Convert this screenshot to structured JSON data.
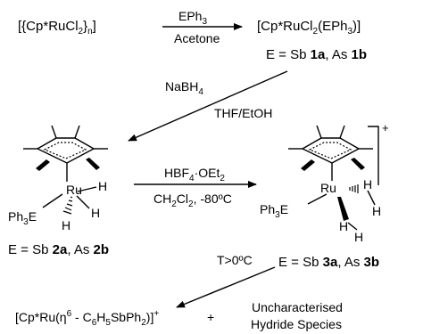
{
  "step1": {
    "reactant_open": "[{Cp*RuCl",
    "reactant_sub": "2",
    "reactant_close": "}",
    "reactant_n": "n",
    "reactant_end": "]",
    "reagent_main": "EPh",
    "reagent_sub": "3",
    "solvent": "Acetone",
    "product_main": "[Cp*RuCl",
    "product_sub": "2",
    "product_mid": "(EPh",
    "product_sub2": "3",
    "product_end": ")]",
    "label_prefix": "E = Sb ",
    "label_a": "1a",
    "label_mid": ", As ",
    "label_b": "1b"
  },
  "step2": {
    "reagent_main": "NaBH",
    "reagent_sub": "4",
    "solvent": "THF/EtOH"
  },
  "compound2": {
    "metal": "Ru",
    "ligand_main": "Ph",
    "ligand_sub": "3",
    "ligand_end": "E",
    "h1": "H",
    "h2": "H",
    "h3": "H",
    "label_prefix": "E = Sb ",
    "label_a": "2a",
    "label_mid": ", As ",
    "label_b": "2b"
  },
  "step3": {
    "reagent_main": "HBF",
    "reagent_sub": "4",
    "reagent_end": "·OEt",
    "reagent_sub2": "2",
    "cond_main": "CH",
    "cond_sub": "2",
    "cond_mid": "Cl",
    "cond_sub2": "2",
    "cond_end": ", -80ºC"
  },
  "compound3": {
    "metal": "Ru",
    "ligand_main": "Ph",
    "ligand_sub": "3",
    "ligand_end": "E",
    "h1": "H",
    "h2": "H",
    "h3": "H",
    "h4": "H",
    "charge": "+",
    "label_prefix": "E = Sb ",
    "label_a": "3a",
    "label_mid": ", As ",
    "label_b": "3b"
  },
  "step4": {
    "condition": "T>0ºC"
  },
  "final": {
    "p_main": "[Cp*Ru(η",
    "p_sup": "6",
    "p_mid": " - C",
    "p_sub": "6",
    "p_mid2": "H",
    "p_sub2": "5",
    "p_mid3": "SbPh",
    "p_sub3": "2",
    "p_end": ")]",
    "p_charge": "+",
    "plus": "+",
    "other_line1": "Uncharacterised",
    "other_line2": "Hydride Species"
  }
}
